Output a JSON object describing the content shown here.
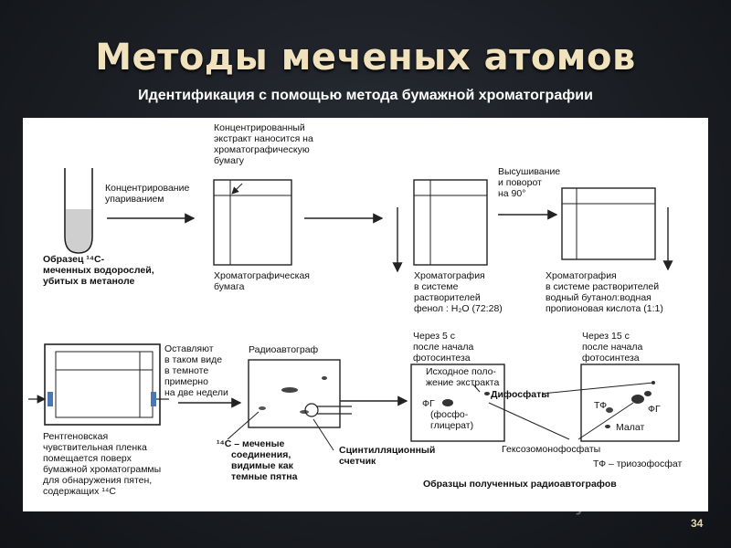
{
  "slide": {
    "title": "Методы меченых атомов",
    "subtitle": "Идентификация с помощью метода бумажной хроматографии",
    "number": "34",
    "watermark": "MyShared"
  },
  "diagram": {
    "step1": {
      "caption": [
        "Образец ¹⁴C-",
        "меченных водорослей,",
        "убитых в метаноле"
      ],
      "arrow_label": [
        "Концентрирование",
        "упариванием"
      ]
    },
    "step2": {
      "top_label": [
        "Концентрированный",
        "экстракт наносится на",
        "хроматографическую",
        "бумагу"
      ],
      "caption": [
        "Хроматографическая",
        "бумага"
      ]
    },
    "step3": {
      "caption": [
        "Хроматография",
        "в системе",
        "растворителей",
        "фенол : H₂O (72:28)"
      ]
    },
    "step4": {
      "arrow_label": [
        "Высушивание",
        "и поворот",
        "на 90°"
      ],
      "caption": [
        "Хроматография",
        "в системе растворителей",
        "водный бутанол:водная",
        "пропионовая кислота  (1:1)"
      ]
    },
    "step5": {
      "side_label": [
        "Оставляют",
        "в таком виде",
        "в темноте",
        "примерно",
        "на две недели"
      ],
      "caption": [
        "Рентгеновская",
        "чувствительная пленка",
        "помещается поверх",
        "бумажной хроматограммы",
        "для обнаружения пятен,",
        "содержащих ¹⁴C"
      ]
    },
    "step6": {
      "title": "Радиоавтограф",
      "spots_label": [
        "¹⁴C – меченые",
        "соединения,",
        "видимые как",
        "темные пятна"
      ],
      "counter_label": [
        "Сцинтилляционный",
        "счетчик"
      ]
    },
    "samples": {
      "after5_label": [
        "Через 5 с",
        "после начала",
        "фотосинтеза"
      ],
      "after15_label": [
        "Через 15 с",
        "после начала",
        "фотосинтеза"
      ],
      "origin_label": [
        "Исходное поло-",
        "жение экстракта"
      ],
      "pga_label": [
        "ФГ",
        "(фосфо-",
        "глицерат)"
      ],
      "diphosphates": "Дифосфаты",
      "tf": "ТФ",
      "fg": "ФГ",
      "malate": "Малат",
      "hexose": "Гексозомонофосфаты",
      "tf_note": "ТФ – триозофосфат",
      "footer": "Образцы полученных радиоавтографов"
    }
  }
}
